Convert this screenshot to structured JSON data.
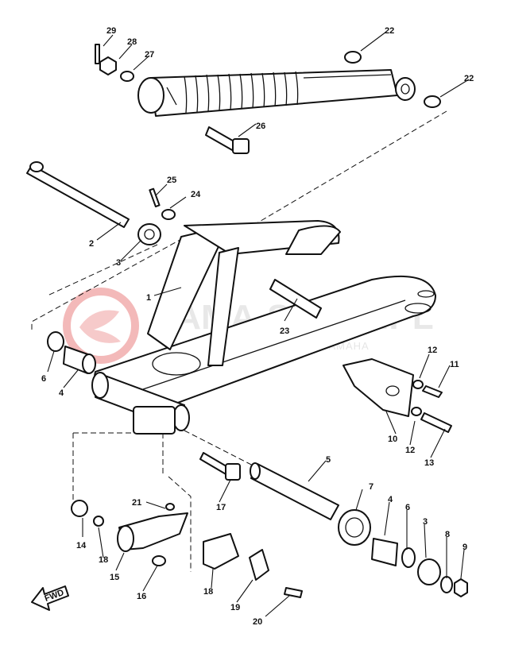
{
  "watermark": {
    "brand": "YAMA-SKLEP.PL",
    "tagline": "GACIECHOWICZ I DEALER YAMAHA",
    "logo_color": "#f3b9b9"
  },
  "callouts": {
    "p1": "1",
    "p2": "2",
    "p3": "3",
    "p3b": "3",
    "p4": "4",
    "p4b": "4",
    "p5": "5",
    "p6": "6",
    "p6b": "6",
    "p7": "7",
    "p8": "8",
    "p9": "9",
    "p10": "10",
    "p11": "11",
    "p12a": "12",
    "p12b": "12",
    "p13": "13",
    "p14": "14",
    "p15": "15",
    "p16": "16",
    "p17": "17",
    "p18": "18",
    "p18b": "18",
    "p19": "19",
    "p20": "20",
    "p21": "21",
    "p22a": "22",
    "p22b": "22",
    "p23": "23",
    "p24": "24",
    "p25": "25",
    "p26": "26",
    "p27": "27",
    "p28": "28",
    "p29": "29"
  },
  "fwd_label": "FWD",
  "icons": {
    "fwd": "fwd-arrow-icon"
  }
}
